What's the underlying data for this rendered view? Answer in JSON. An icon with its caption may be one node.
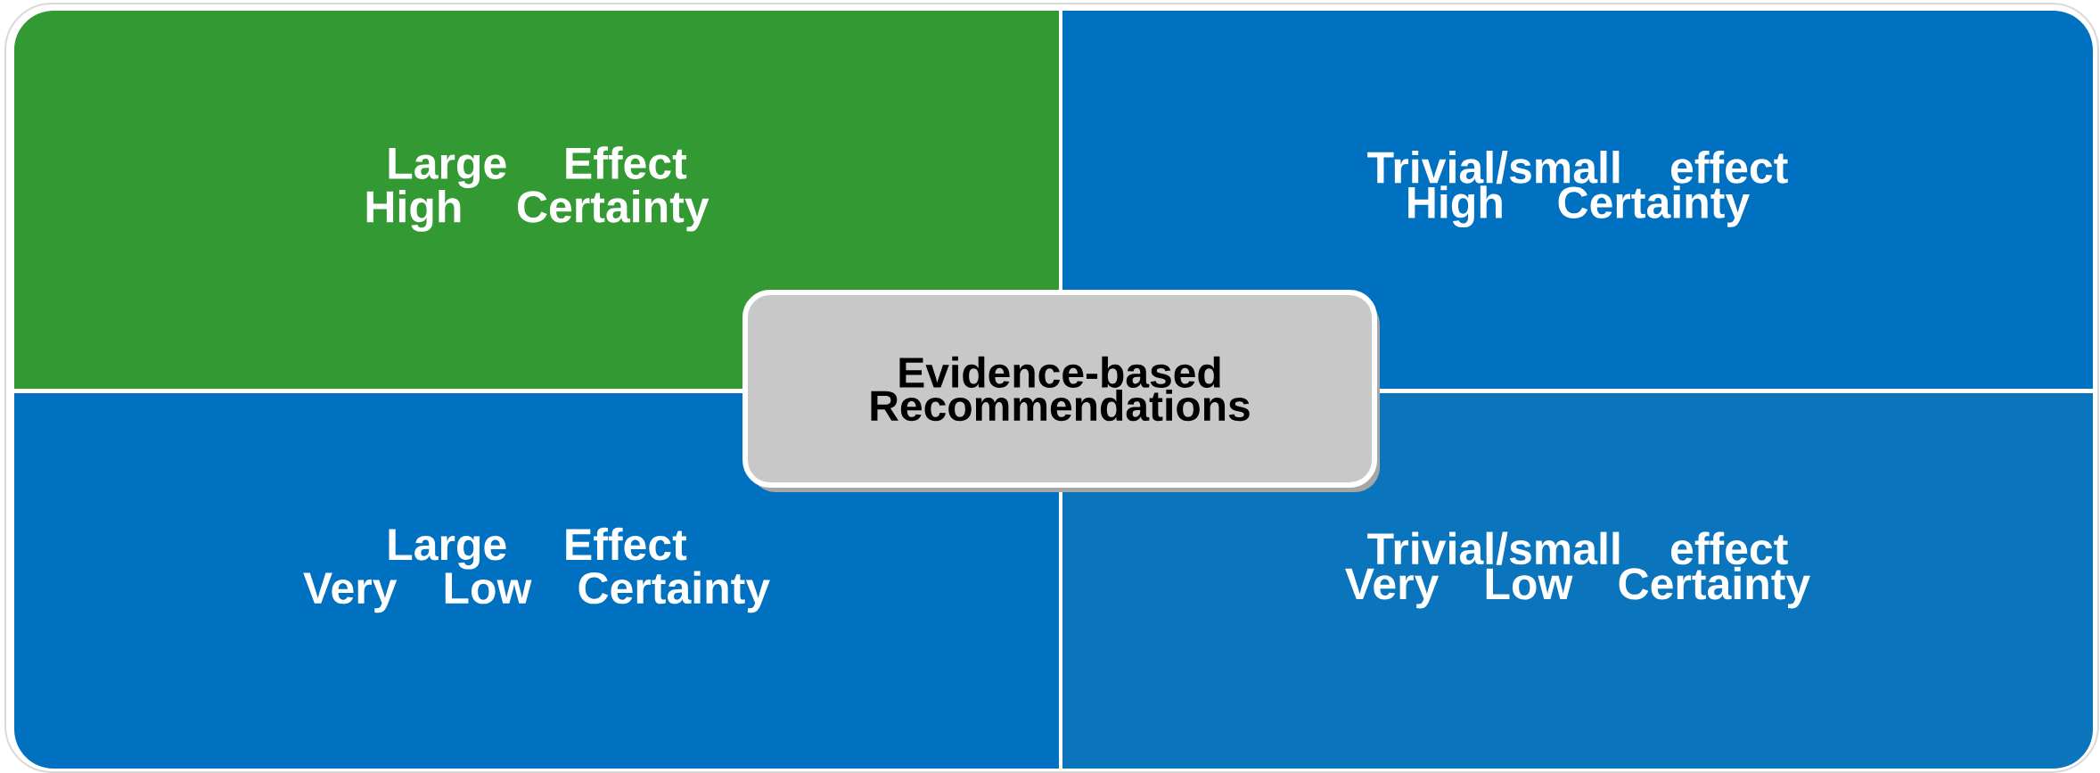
{
  "diagram": {
    "nodes": [
      {
        "text": [
          "Large Effect",
          "High Certainty"
        ]
      },
      {
        "text": [
          "Trivial/small effect",
          "High Certainty"
        ]
      },
      {
        "text": [
          "Large Effect",
          "Very Low Certainty"
        ]
      },
      {
        "text": [
          "Trivial/small effect",
          "Very Low Certainty"
        ]
      },
      {
        "text": [
          "Evidence-based Recommendations"
        ]
      }
    ]
  }
}
